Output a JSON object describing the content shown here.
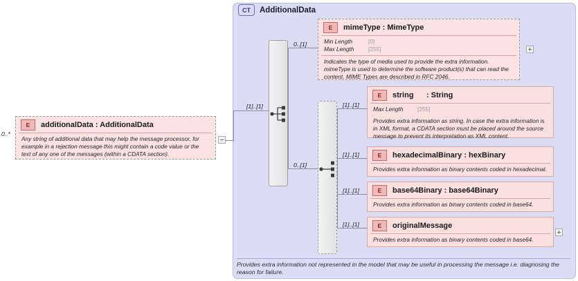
{
  "diagram": {
    "root": {
      "badge": "E",
      "name": "additionalData : AdditionalData",
      "cardinality": "0..*",
      "description": "Any string of additional data that may help the message processor, for example in a rejection message this might contain a code value or the text of any one of the messages (within a CDATA section).",
      "expander": "minus"
    },
    "complex_type": {
      "badge": "CT",
      "title": "AdditionalData",
      "footer": "Provides extra information not represented in the model that may be useful in processing the message i.e. diagnosing the reason for failure."
    },
    "compositors": [
      {
        "kind": "sequence",
        "cardinality": "[1]..[1]",
        "border": "solid"
      },
      {
        "kind": "choice",
        "cardinality": "0..[1]",
        "border": "dashed"
      }
    ],
    "elements": [
      {
        "badge": "E",
        "name": "mimeType : MimeType",
        "cardinality": "0..[1]",
        "border": "dashed",
        "expander": "plus",
        "facets": [
          {
            "label": "Min Length",
            "value": "[0]"
          },
          {
            "label": "Max Length",
            "value": "[255]"
          }
        ],
        "description": "Indicates the type of media used to provide the extra information. mimeType is used to determine the software product(s) that can read the content. MIME Types are described in RFC 2046."
      },
      {
        "badge": "E",
        "name": "string      : String",
        "cardinality": "[1]..[1]",
        "border": "solid",
        "expander": "none",
        "facets": [
          {
            "label": "Max Length",
            "value": "[255]"
          }
        ],
        "description": "Provides extra information as string. In case the extra information is in XML format, a CDATA section must be placed around the source message to prevent its interpretation as XML content."
      },
      {
        "badge": "E",
        "name": "hexadecimalBinary : hexBinary",
        "cardinality": "[1]..[1]",
        "border": "solid",
        "expander": "none",
        "facets": [],
        "description": "Provides extra information as binary contents coded in hexadecimal."
      },
      {
        "badge": "E",
        "name": "base64Binary : base64Binary",
        "cardinality": "[1]..[1]",
        "border": "solid",
        "expander": "none",
        "facets": [],
        "description": "Provides extra information as binary contents coded in base64."
      },
      {
        "badge": "E",
        "name": "originalMessage",
        "cardinality": "[1]..[1]",
        "border": "solid",
        "expander": "plus",
        "facets": [],
        "description": "Provides extra information as binary contents coded in base64."
      }
    ]
  },
  "colors": {
    "container_fill": "#dcdcf5",
    "element_fill": "#fbe3e3",
    "element_border": "#d9a7a7",
    "compositor_fill": "#ececec",
    "line": "#8d8d9e"
  }
}
